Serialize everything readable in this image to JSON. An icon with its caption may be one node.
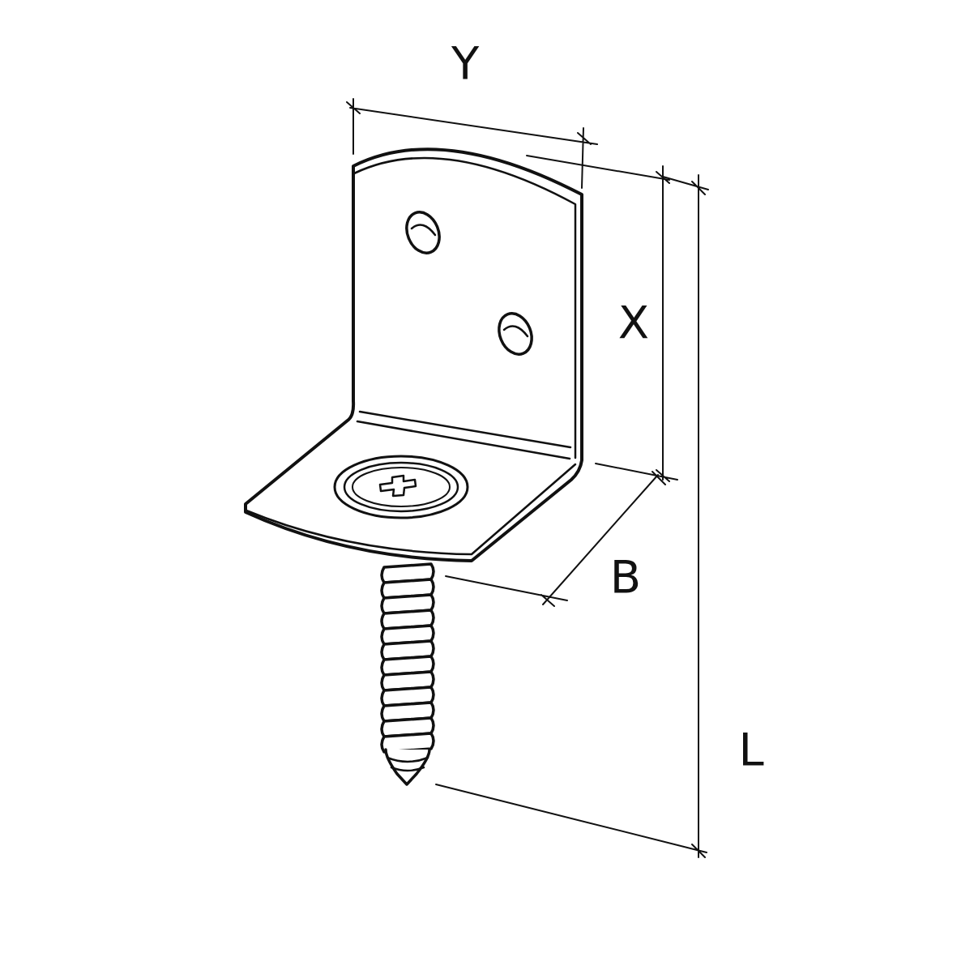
{
  "diagram": {
    "labels": [
      "Y",
      "X",
      "B",
      "L"
    ]
  }
}
